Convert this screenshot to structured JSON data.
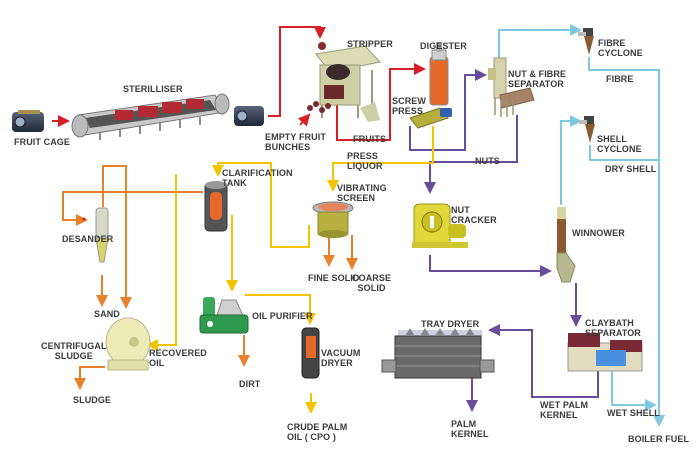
{
  "title": "Palm Oil Mill Process Flow",
  "colors": {
    "red_flow": "#d42027",
    "yellow_flow": "#f5c400",
    "orange_flow": "#e8812a",
    "purple_flow": "#6a4c9c",
    "blue_flow": "#7ec8e0"
  },
  "equipment": {
    "fruit_cage": "FRUIT CAGE",
    "steriliser": "STERILLISER",
    "stripper": "STRIPPER",
    "digester": "DIGESTER",
    "screw_press": "SCREW\nPRESS",
    "nut_fibre_separator": "NUT & FIBRE\nSEPARATOR",
    "fibre_cyclone": "FIBRE\nCYCLONE",
    "shell_cyclone": "SHELL\nCYCLONE",
    "clarification_tank": "CLARIFICATION\nTANK",
    "vibrating_screen": "VIBRATING\nSCREEN",
    "desander": "DESANDER",
    "nut_cracker": "NUT\nCRACKER",
    "winnower": "WINNOWER",
    "centrifugal_sludge": "CENTRIFUGAL\nSLUDGE",
    "oil_purifier": "OIL PURIFIER",
    "vacuum_dryer": "VACUUM\nDRYER",
    "tray_dryer": "TRAY DRYER",
    "claybath_separator": "CLAYBATH\nSEPARATOR"
  },
  "streams": {
    "empty_fruit_bunches": "EMPTY FRUIT\nBUNCHES",
    "fruits": "FRUITS",
    "press_liquor": "PRESS\nLIQUOR",
    "nuts": "NUTS",
    "fibre": "FIBRE",
    "dry_shell": "DRY SHELL",
    "fine_solid": "FINE SOLID",
    "coarse_solid": "COARSE\nSOLID",
    "sand": "SAND",
    "recovered_oil": "RECOVERED\nOIL",
    "sludge": "SLUDGE",
    "dirt": "DIRT",
    "crude_palm_oil": "CRUDE PALM\nOIL ( CPO )",
    "palm_kernel": "PALM\nKERNEL",
    "wet_palm_kernel": "WET PALM\nKERNEL",
    "wet_shell": "WET SHELL",
    "boiler_fuel": "BOILER FUEL"
  }
}
